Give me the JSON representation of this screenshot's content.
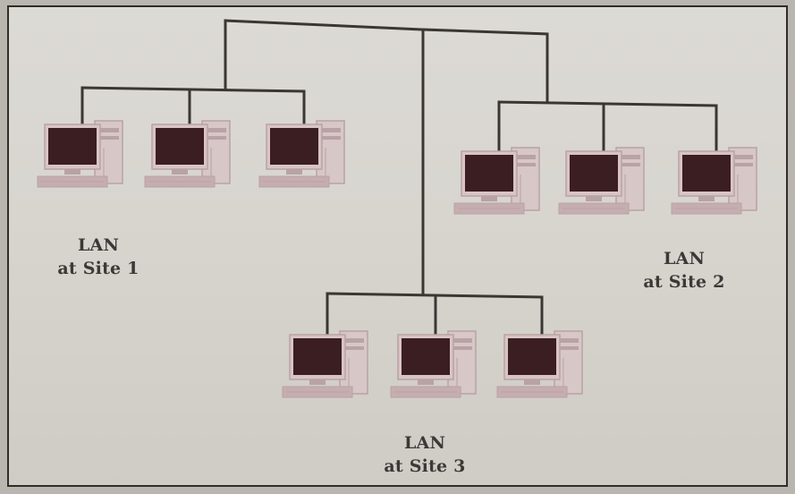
{
  "colors": {
    "background": "#d8d5cf",
    "border": "#2f2c2a",
    "link_line": "#3a3634",
    "monitor_screen": "#3b1e21",
    "monitor_bezel": "#d8c4c4",
    "case_body": "#d7c7c7",
    "case_shadow": "#b9a2a5",
    "keyboard": "#c5adb0"
  },
  "sites": [
    {
      "name": "LAN",
      "subtitle": "at Site 1",
      "computer_count": 3,
      "icon": "desktop-computer-icon"
    },
    {
      "name": "LAN",
      "subtitle": "at Site 2",
      "computer_count": 3,
      "icon": "desktop-computer-icon"
    },
    {
      "name": "LAN",
      "subtitle": "at Site 3",
      "computer_count": 3,
      "icon": "desktop-computer-icon"
    }
  ]
}
